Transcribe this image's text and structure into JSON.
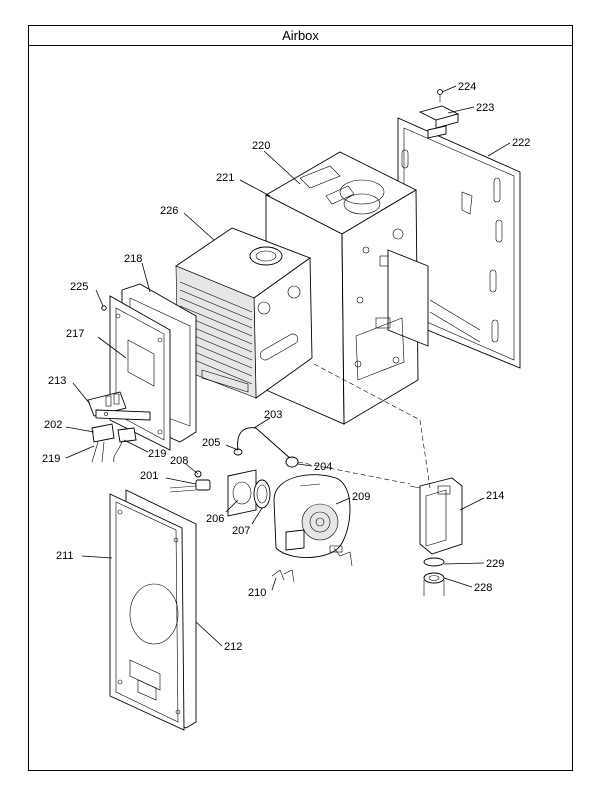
{
  "title": "Airbox",
  "labels": {
    "224": "224",
    "223": "223",
    "222": "222",
    "220": "220",
    "221": "221",
    "226": "226",
    "218": "218",
    "225": "225",
    "217": "217",
    "213": "213",
    "202": "202",
    "219a": "219",
    "219b": "219",
    "203": "203",
    "205": "205",
    "204": "204",
    "208": "208",
    "201": "201",
    "209": "209",
    "206": "206",
    "207": "207",
    "214": "214",
    "211": "211",
    "229": "229",
    "228": "228",
    "210": "210",
    "212": "212"
  }
}
